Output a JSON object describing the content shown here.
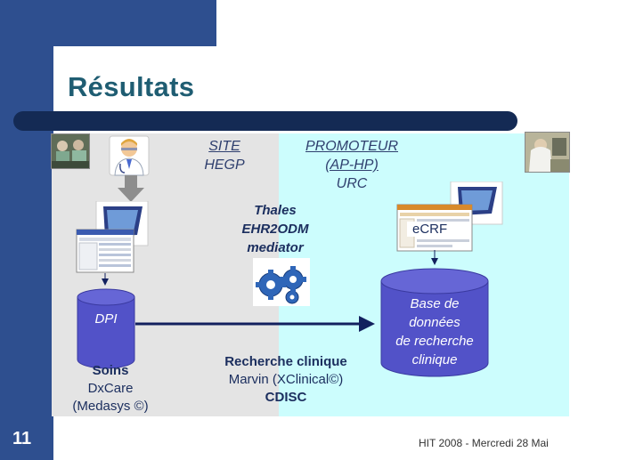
{
  "slide": {
    "title": "Résultats",
    "page_number": "11",
    "footer": "HIT 2008 - Mercredi 28 Mai"
  },
  "zones": {
    "site": {
      "line1": "SITE",
      "line2": "HEGP"
    },
    "promoteur": {
      "line1": "PROMOTEUR",
      "line2": "(AP-HP)",
      "line3": "URC"
    }
  },
  "nodes": {
    "mediator": {
      "line1": "Thales",
      "line2": "EHR2ODM",
      "line3": "mediator"
    },
    "ecrf": {
      "label": "eCRF"
    },
    "dpi": {
      "label": "DPI"
    },
    "base": {
      "line1": "Base de",
      "line2": "données",
      "line3": "de recherche",
      "line4": "clinique"
    }
  },
  "captions": {
    "soins": {
      "line1": "Soins",
      "line2": "DxCare",
      "line3": "(Medasys ©)"
    },
    "recherche": {
      "line1": "Recherche clinique",
      "line2": "Marvin (XClinical©)",
      "line3": "CDISC"
    }
  },
  "colors": {
    "theme_blue": "#2e4f8f",
    "title_teal": "#1f5d72",
    "site_grey": "#e4e4e4",
    "promoteur_cyan": "#ccfdfd",
    "database_purple": "#5252c8",
    "arrow_navy": "#12205e"
  },
  "icons": [
    "doctor-icon",
    "computer-icon",
    "gears-icon",
    "database-icon"
  ]
}
